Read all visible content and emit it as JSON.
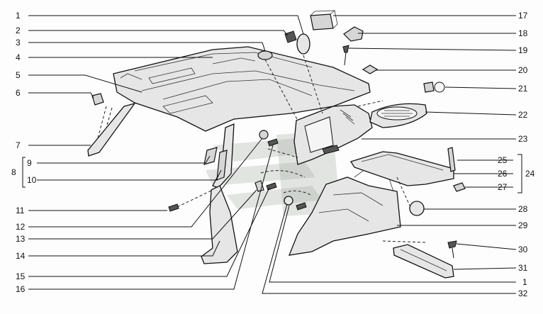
{
  "labels": {
    "l1": "1",
    "l2": "2",
    "l3": "3",
    "l4": "4",
    "l5": "5",
    "l6": "6",
    "l7": "7",
    "l8": "8",
    "l9": "9",
    "l10": "10",
    "l11": "11",
    "l12": "12",
    "l13": "13",
    "l14": "14",
    "l15": "15",
    "l16": "16",
    "r17": "17",
    "r18": "18",
    "r19": "19",
    "r20": "20",
    "r21": "21",
    "r22": "22",
    "r23": "23",
    "r24": "24",
    "r25": "25",
    "r26": "26",
    "r27": "27",
    "r28": "28",
    "r29": "29",
    "r30": "30",
    "r31": "31",
    "r1": "1",
    "r32": "32"
  },
  "icons": {
    "watermark": "watermark-logo-icon"
  },
  "colors": {
    "line": "#111111",
    "part_fill": "#e6e6e6",
    "watermark": "#9aa59c"
  }
}
